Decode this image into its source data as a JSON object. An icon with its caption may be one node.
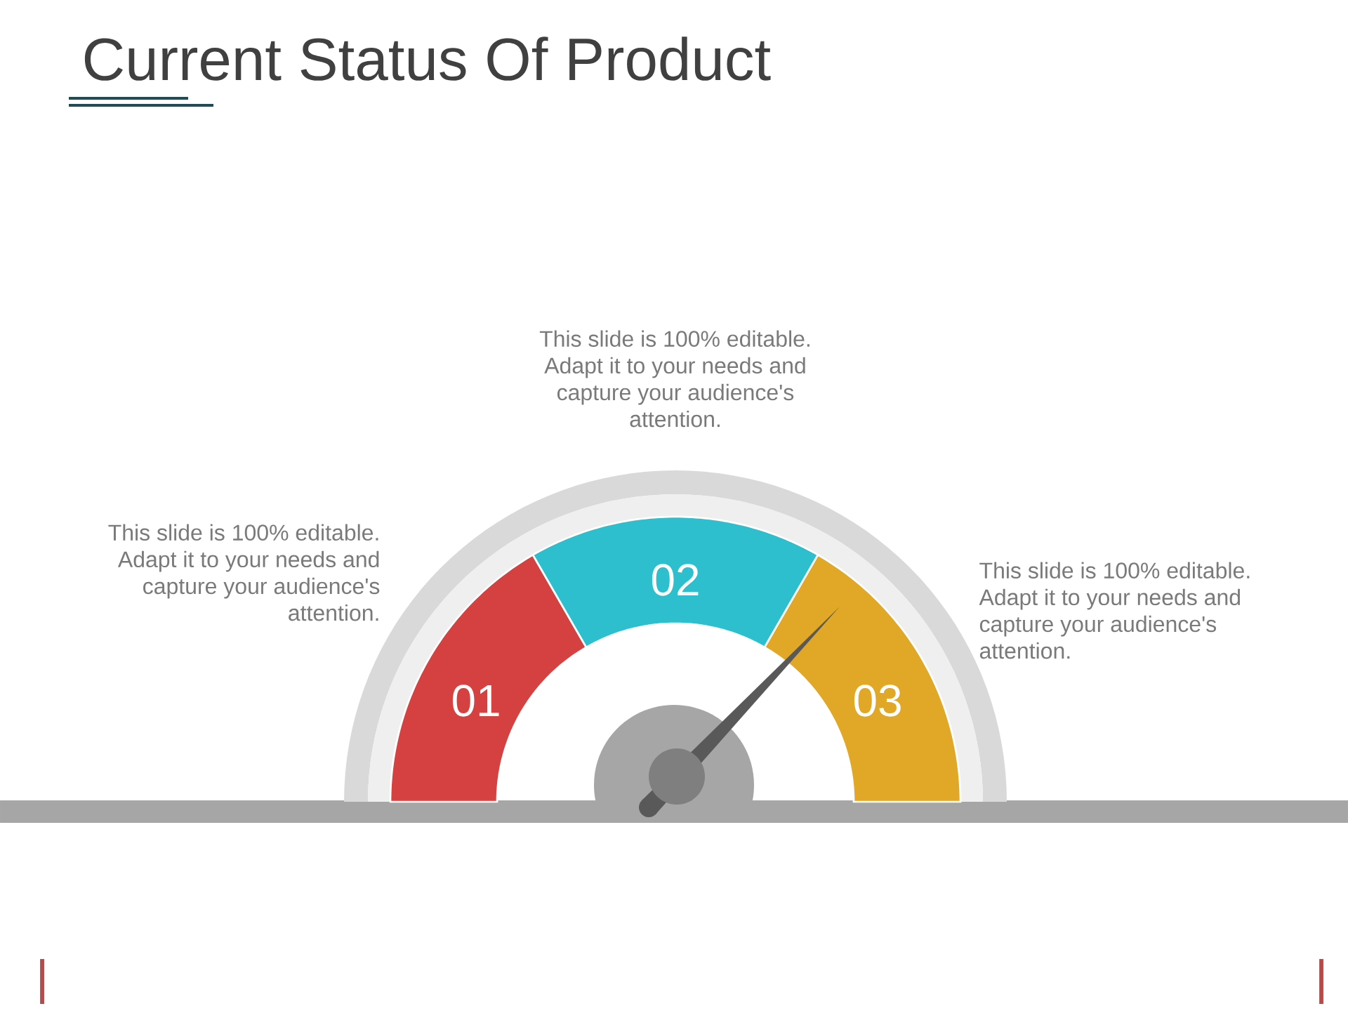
{
  "diagram": {
    "title": "Current Status Of Product",
    "nodes": [
      {
        "text": [
          "01"
        ]
      },
      {
        "text": [
          "02"
        ]
      },
      {
        "text": [
          "03"
        ]
      }
    ],
    "labels": [
      "This slide is 100% editable. Adapt it to your needs and capture your audience's attention.",
      "This slide is 100% editable. Adapt it to your needs and capture your audience's attention.",
      "This slide is 100% editable. Adapt it to your needs and capture your audience's attention."
    ]
  }
}
